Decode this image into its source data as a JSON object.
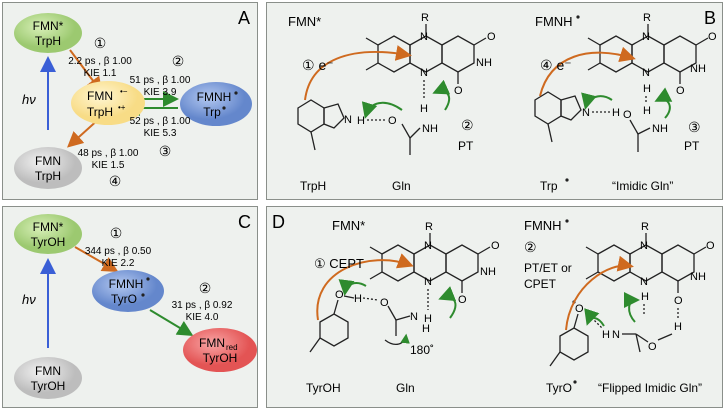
{
  "panels": {
    "A": {
      "letter": "A",
      "nodes": {
        "top": [
          "FMN*",
          "TrpH"
        ],
        "mid": [
          "FMN",
          "TrpH"
        ],
        "mid_sup": [
          "•−",
          "•+"
        ],
        "right": [
          "FMNH",
          "Trp"
        ],
        "bottom": [
          "FMN",
          "TrpH"
        ]
      },
      "steps": {
        "s1": {
          "num": "①",
          "l1": "2.2 ps , β 1.00",
          "l2": "KIE 1.1"
        },
        "s2": {
          "num": "②",
          "l1": "51 ps , β 1.00",
          "l2": "KIE 3.9"
        },
        "s3": {
          "num": "③",
          "l1": "52 ps , β 1.00",
          "l2": "KIE 5.3"
        },
        "s4": {
          "num": "④",
          "l1": "48 ps , β 1.00",
          "l2": "KIE 1.5"
        }
      },
      "hv": "hν"
    },
    "B": {
      "letter": "B",
      "left_title": "FMN*",
      "right_title": "FMNH",
      "labels": {
        "s1": "① e⁻",
        "s4": "④ e⁻",
        "s2": "②",
        "pt": "PT",
        "s3": "③",
        "pt2": "PT",
        "trph": "TrpH",
        "gln": "Gln",
        "trp": "Trp",
        "imidic": "“Imidic Gln”",
        "R": "R",
        "N": "N",
        "NH": "NH",
        "O": "O",
        "H": "H"
      }
    },
    "C": {
      "letter": "C",
      "nodes": {
        "top": [
          "FMN*",
          "TyrOH"
        ],
        "mid": [
          "FMNH",
          "TyrO"
        ],
        "red": [
          "FMN",
          "TyrOH"
        ],
        "red_sub": "red",
        "bottom": [
          "FMN",
          "TyrOH"
        ]
      },
      "steps": {
        "s1": {
          "num": "①",
          "l1": "344 ps , β 0.50",
          "l2": "KIE 2.2"
        },
        "s2": {
          "num": "②",
          "l1": "31 ps , β 0.92",
          "l2": "KIE 4.0"
        }
      },
      "hv": "hν"
    },
    "D": {
      "letter": "D",
      "left_title": "FMN*",
      "right_title": "FMNH",
      "labels": {
        "s1": "① CEPT",
        "s2": "②",
        "ptet": "PT/ET or",
        "cpet": "CPET",
        "tyroh": "TyrOH",
        "gln": "Gln",
        "tyro": "TyrO",
        "flipped": "“Flipped Imidic Gln”",
        "deg": "180˚",
        "R": "R",
        "N": "N",
        "NH": "NH",
        "O": "O",
        "H": "H"
      }
    }
  },
  "colors": {
    "green": "#b6d98c",
    "yellow": "#fde9a6",
    "blue": "#7f9fd9",
    "gray": "#d4d4d4",
    "red": "#ef6b6b",
    "orange": "#cf6a1f",
    "darkgreen": "#2e8b2e",
    "hv": "#3a5fd6",
    "panel": "#eef1ee"
  }
}
